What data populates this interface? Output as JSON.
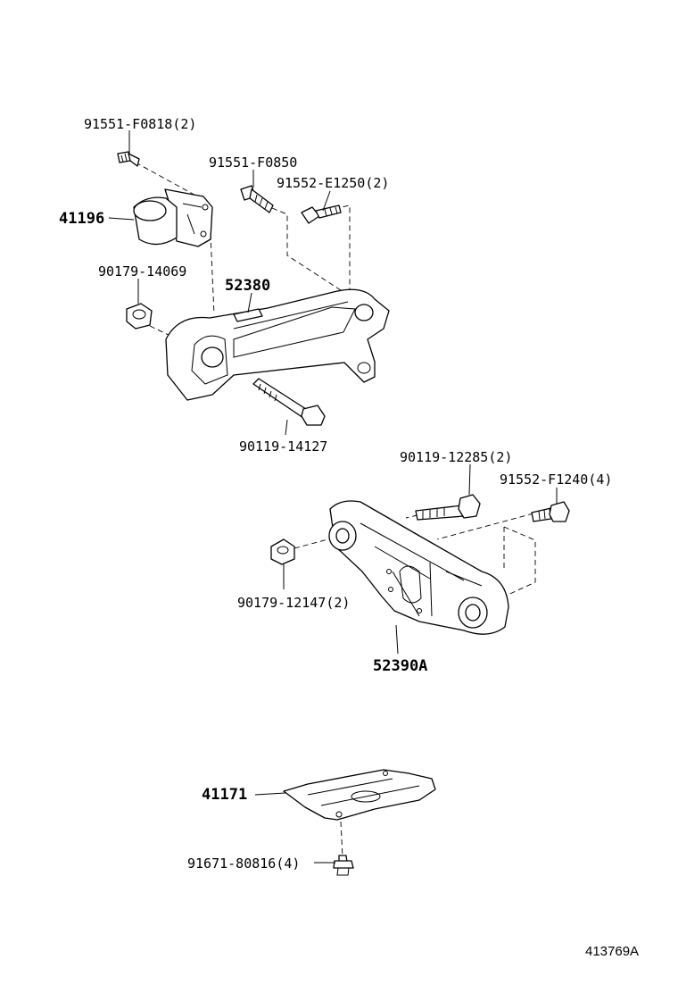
{
  "labels": {
    "p91551_f0818": "91551-F0818(2)",
    "p91551_f0850": "91551-F0850",
    "p91552_e1250": "91552-E1250(2)",
    "p41196": "41196",
    "p90179_14069": "90179-14069",
    "p52380": "52380",
    "p90119_14127": "90119-14127",
    "p90119_12285": "90119-12285(2)",
    "p91552_f1240": "91552-F1240(4)",
    "p90179_12147": "90179-12147(2)",
    "p52390a": "52390A",
    "p41171": "41171",
    "p91671_80816": "91671-80816(4)"
  },
  "illustration_id": "413769A"
}
